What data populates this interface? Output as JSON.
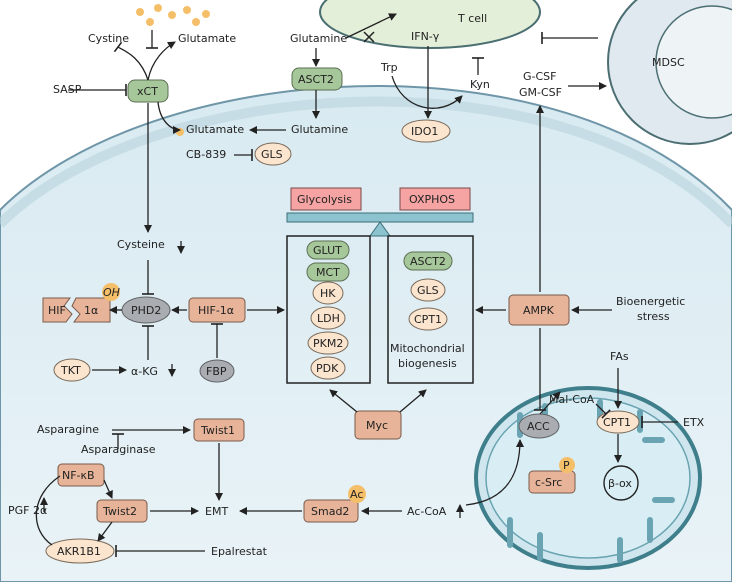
{
  "cells": {
    "t_cell": "T cell",
    "mdsc": "MDSC"
  },
  "top": {
    "cystine": "Cystine",
    "glutamate_top": "Glutamate",
    "sasp": "SASP",
    "xct": "xCT",
    "glutamine_left": "Glutamine",
    "asct2_top": "ASCT2",
    "ifn": "IFN-γ",
    "trp": "Trp",
    "kyn": "Kyn",
    "ido1": "IDO1",
    "gcsf": "G-CSF",
    "gmcsf": "GM-CSF",
    "glutamate_mid": "Glutamate",
    "glutamine_mid": "Glutamine",
    "cb839": "CB-839",
    "gls_top": "GLS"
  },
  "metabolism": {
    "glycolysis": "Glycolysis",
    "oxphos": "OXPHOS",
    "glycolysis_items": [
      "GLUT",
      "MCT",
      "HK",
      "LDH",
      "PKM2",
      "PDK"
    ],
    "oxphos_items": [
      "ASCT2",
      "GLS",
      "CPT1"
    ],
    "mito_biogenesis_1": "Mitochondrial",
    "mito_biogenesis_2": "biogenesis",
    "myc": "Myc"
  },
  "hif": {
    "cysteine": "Cysteine",
    "hif_frag_a": "HIF",
    "hif_frag_b": "1α",
    "oh": "OH",
    "phd2": "PHD2",
    "hif1a": "HIF-1α",
    "tkt": "TKT",
    "akg": "α-KG",
    "fbp": "FBP"
  },
  "ampk": {
    "ampk": "AMPK",
    "stress_1": "Bioenergetic",
    "stress_2": "stress"
  },
  "emt": {
    "asparagine": "Asparagine",
    "asparaginase": "Asparaginase",
    "twist1": "Twist1",
    "nfkb": "NF-κB",
    "twist2": "Twist2",
    "pgf2a": "PGF 2α",
    "emt": "EMT",
    "akr1b1": "AKR1B1",
    "epalrestat": "Epalrestat",
    "smad2": "Smad2",
    "ac_badge": "Ac",
    "acoa": "Ac-CoA"
  },
  "mito": {
    "fas": "FAs",
    "malcoa": "Mal-CoA",
    "acc": "ACC",
    "cpt1": "CPT1",
    "etx": "ETX",
    "csrc": "c-Src",
    "p_badge": "P",
    "box": "β-ox"
  }
}
